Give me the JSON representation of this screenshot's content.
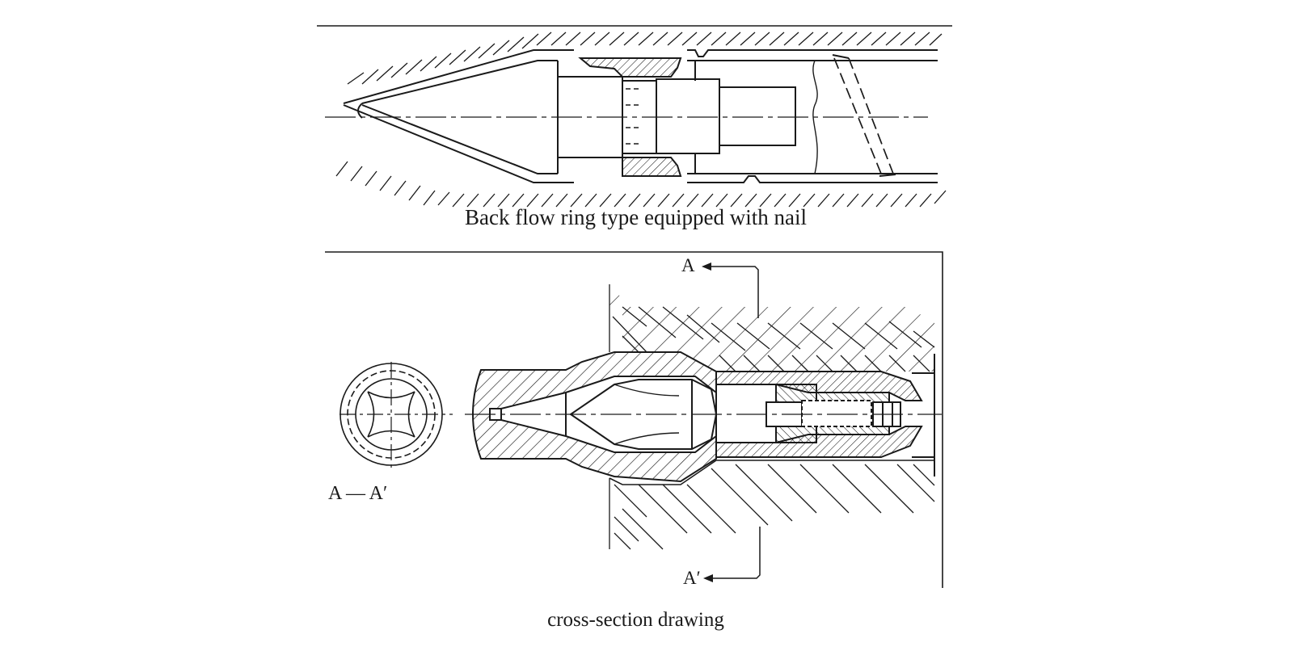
{
  "figure": {
    "top_caption": "Back flow ring type equipped with nail",
    "bottom_caption": "cross-section drawing",
    "section_label_top": "A",
    "section_label_bottom": "A′",
    "section_view_label": "A — A′"
  },
  "colors": {
    "ink": "#1a1a1a",
    "background": "#ffffff"
  }
}
